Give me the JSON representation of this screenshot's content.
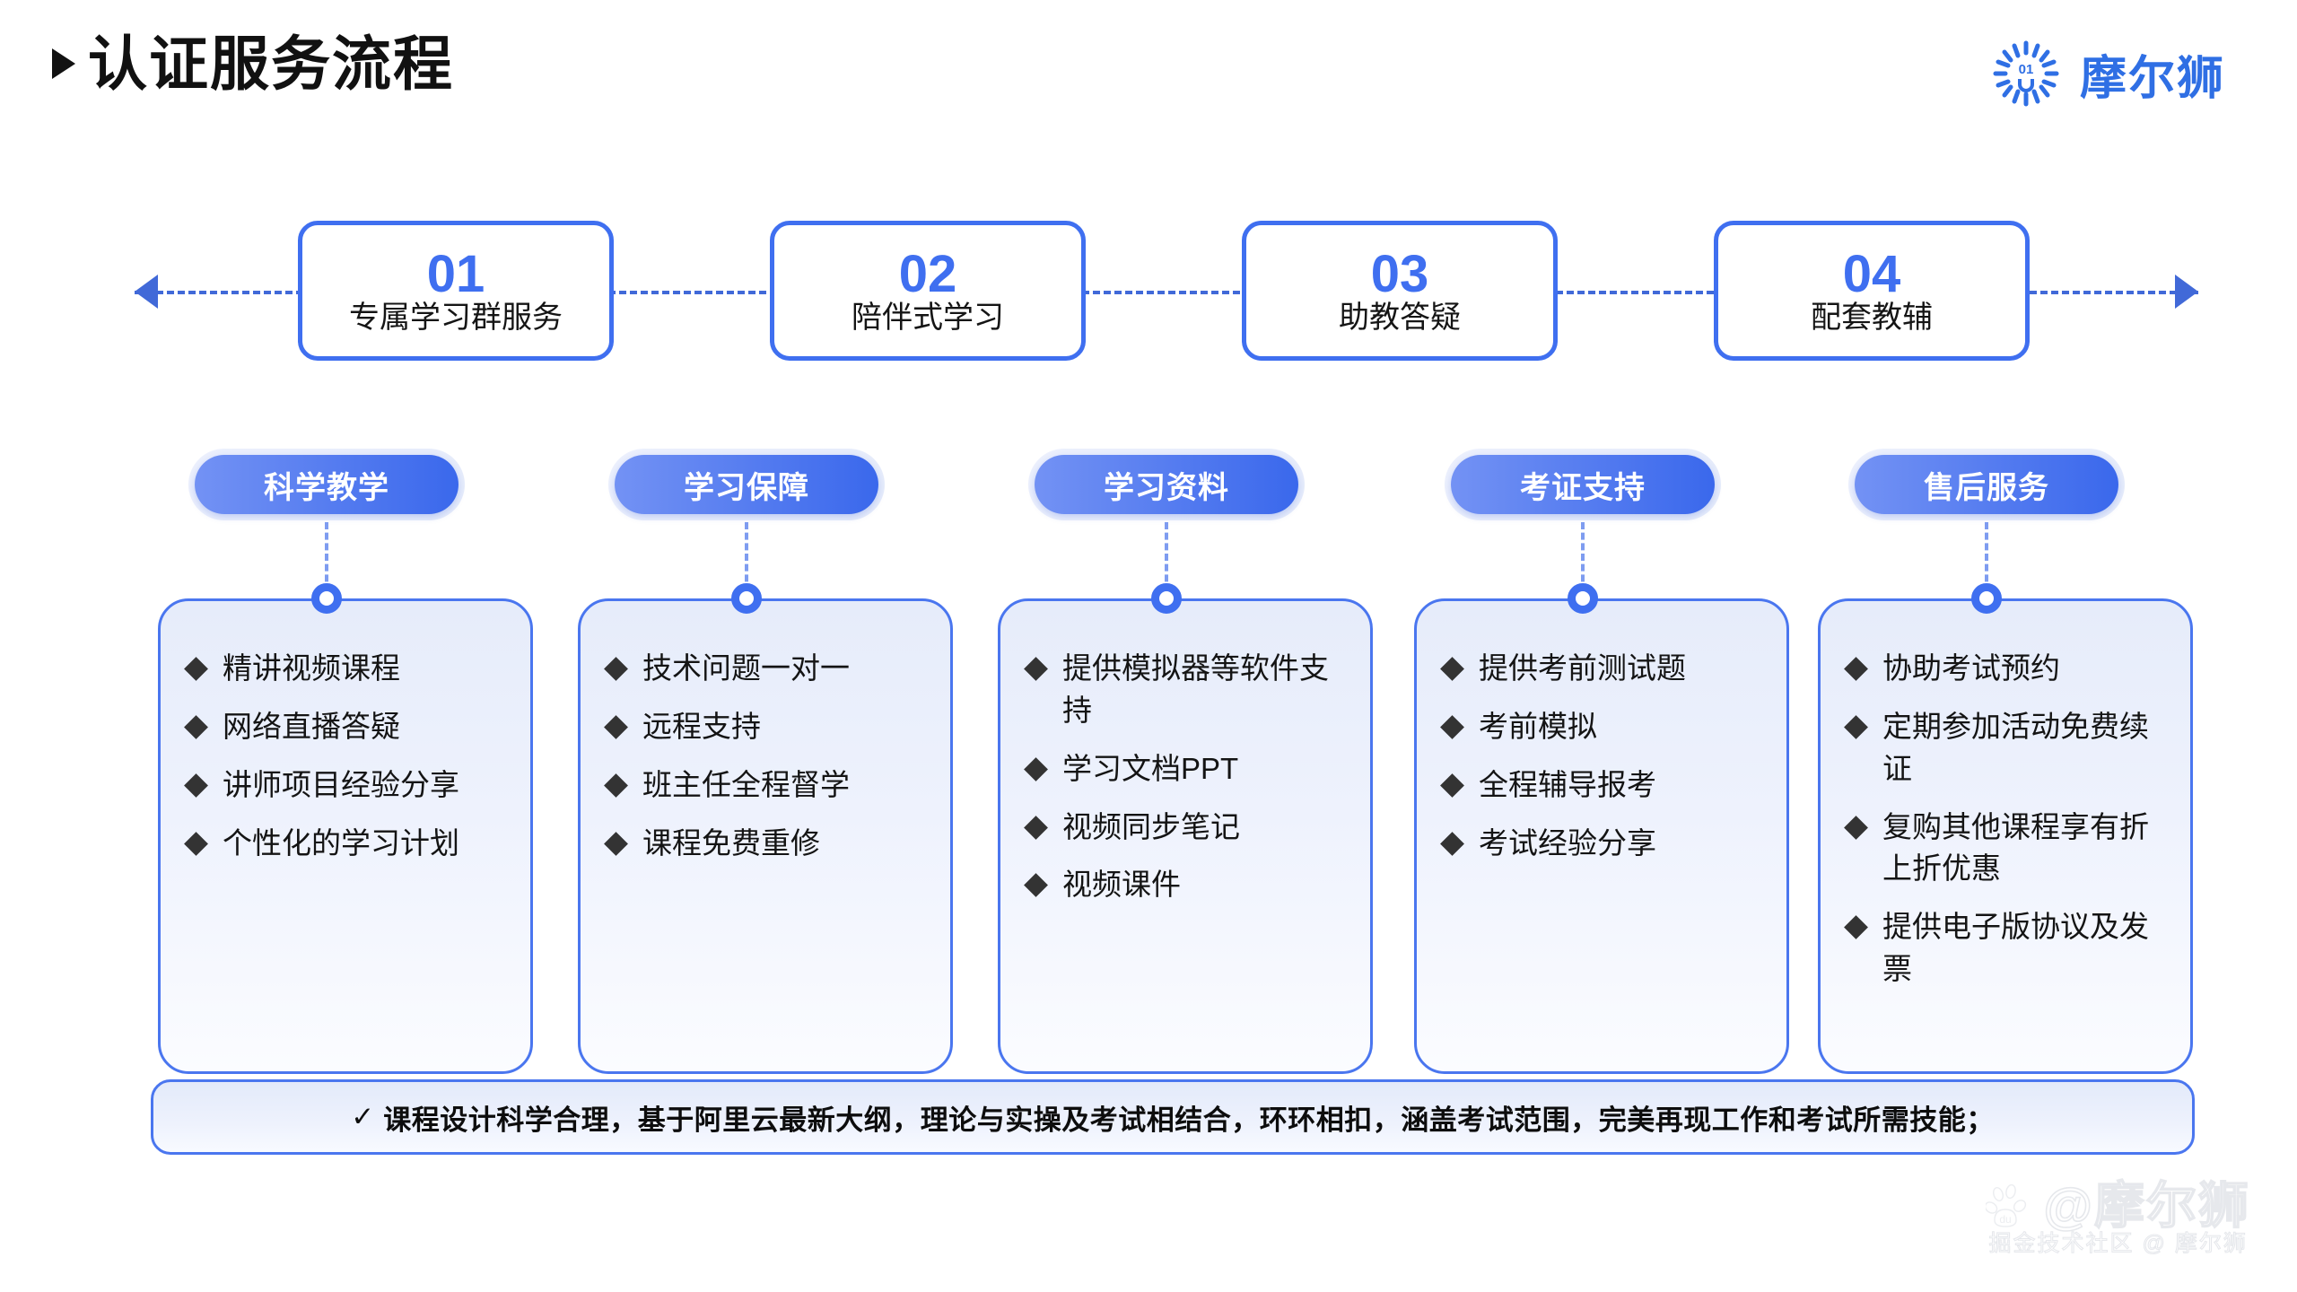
{
  "header": {
    "title": "认证服务流程",
    "bullet_icon": "triangle-right-icon",
    "logo": {
      "text": "摩尔狮",
      "mark_number": "01",
      "icon": "radial-burst-icon",
      "color": "#2f6fe4"
    }
  },
  "flow": {
    "arrow_left_icon": "arrow-left-icon",
    "arrow_right_icon": "arrow-right-icon",
    "line_color": "#4169d8",
    "steps": [
      {
        "number": "01",
        "label": "专属学习群服务"
      },
      {
        "number": "02",
        "label": "陪伴式学习"
      },
      {
        "number": "03",
        "label": "助教答疑"
      },
      {
        "number": "04",
        "label": "配套教辅"
      }
    ]
  },
  "columns": [
    {
      "pill": "科学教学",
      "items": [
        "精讲视频课程",
        "网络直播答疑",
        "讲师项目经验分享",
        "个性化的学习计划"
      ]
    },
    {
      "pill": "学习保障",
      "items": [
        "技术问题一对一",
        "远程支持",
        "班主任全程督学",
        "课程免费重修"
      ]
    },
    {
      "pill": "学习资料",
      "items": [
        "提供模拟器等软件支持",
        "学习文档PPT",
        "视频同步笔记",
        "视频课件"
      ]
    },
    {
      "pill": "考证支持",
      "items": [
        "提供考前测试题",
        "考前模拟",
        "全程辅导报考",
        "考试经验分享"
      ]
    },
    {
      "pill": "售后服务",
      "items": [
        "协助考试预约",
        "定期参加活动免费续证",
        "复购其他课程享有折上折优惠",
        "提供电子版协议及发票"
      ]
    }
  ],
  "banner": {
    "check_icon": "check-mark-icon",
    "check": "✓",
    "text": "课程设计科学合理，基于阿里云最新大纲，理论与实操及考试相结合，环环相扣，涵盖考试范围，完美再现工作和考试所需技能；"
  },
  "watermark": {
    "paw_icon": "baidu-paw-icon",
    "handle": "@摩尔狮",
    "source": "掘金技术社区 @ 摩尔狮"
  },
  "theme": {
    "accent": "#3f6ff0",
    "accent_dark": "#2f6fe4",
    "card_border": "#4a76ef",
    "bullet": "#333333",
    "page_bg": "#ffffff"
  }
}
